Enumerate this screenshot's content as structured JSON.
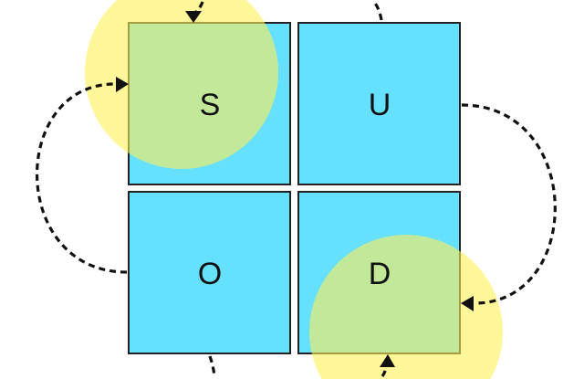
{
  "quadrants": [
    {
      "label": "S"
    },
    {
      "label": "U"
    },
    {
      "label": "O"
    },
    {
      "label": "D"
    }
  ],
  "colors": {
    "square": "#66e0ff",
    "highlight": "#ffee55",
    "arrow": "#111111"
  }
}
